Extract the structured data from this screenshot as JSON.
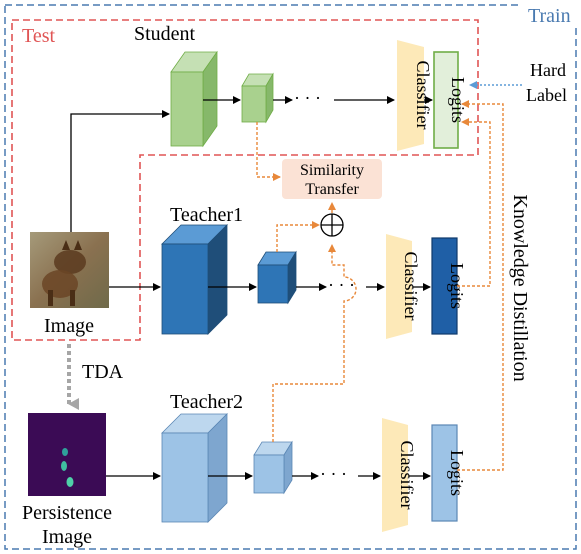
{
  "labels": {
    "train": "Train",
    "test": "Test",
    "student": "Student",
    "teacher1": "Teacher1",
    "teacher2": "Teacher2",
    "image": "Image",
    "persistence_image_line1": "Persistence",
    "persistence_image_line2": "Image",
    "tda": "TDA",
    "hard_label_line1": "Hard",
    "hard_label_line2": "Label",
    "similarity_line1": "Similarity",
    "similarity_line2": "Transfer",
    "knowledge_distillation": "Knowledge Distillation",
    "classifier": "Classifier",
    "logits": "Logits",
    "ellipsis": "· · ·",
    "plus": "+"
  },
  "colors": {
    "train_border": "#4a7ab0",
    "test_border": "#e05555",
    "orange_arrow": "#e8883a",
    "hard_label_arrow": "#5b9bd5",
    "tda_arrow": "#a6a6a6",
    "student_green": "#a9d18e",
    "student_green_dark": "#70ad47",
    "teacher1_blue": "#2e75b6",
    "teacher1_blue_dark": "#1f4e79",
    "teacher2_blue": "#9dc3e6",
    "teacher2_blue_dark": "#5b87b5",
    "classifier_fill": "#fde9b8",
    "logits_student": "#e2efda",
    "logits_teacher1": "#1f5fa6",
    "logits_teacher2": "#9dc3e6",
    "similarity_fill": "#fbe2d5",
    "persistence_bg": "#3b0b55",
    "persistence_dot": "#4fd0a8"
  }
}
